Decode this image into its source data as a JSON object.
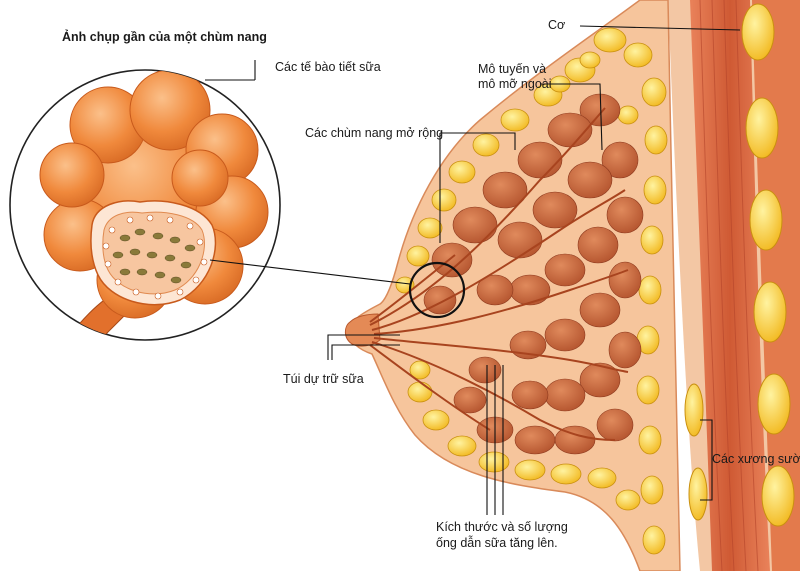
{
  "diagram": {
    "inset_title": "Ảnh chụp gần của một chùm nang",
    "labels": {
      "secretory_cells": "Các tế bào tiết sữa",
      "muscle": "Cơ",
      "gland_fat": [
        "Mô tuyến và",
        "mô mỡ ngoài"
      ],
      "enlarged_lobules": "Các chùm nang mở rộng",
      "milk_sinus": "Túi dự trữ sữa",
      "ribs": "Các xương sườn",
      "ducts": [
        "Kích thước và số lượng",
        "ống dẫn sữa tăng lên."
      ]
    },
    "colors": {
      "skin": "#f2b27e",
      "gland": "#c8643a",
      "fat": "#f5c52a",
      "muscle": "#d9663c",
      "inset_orange": "#f08a3c"
    }
  }
}
